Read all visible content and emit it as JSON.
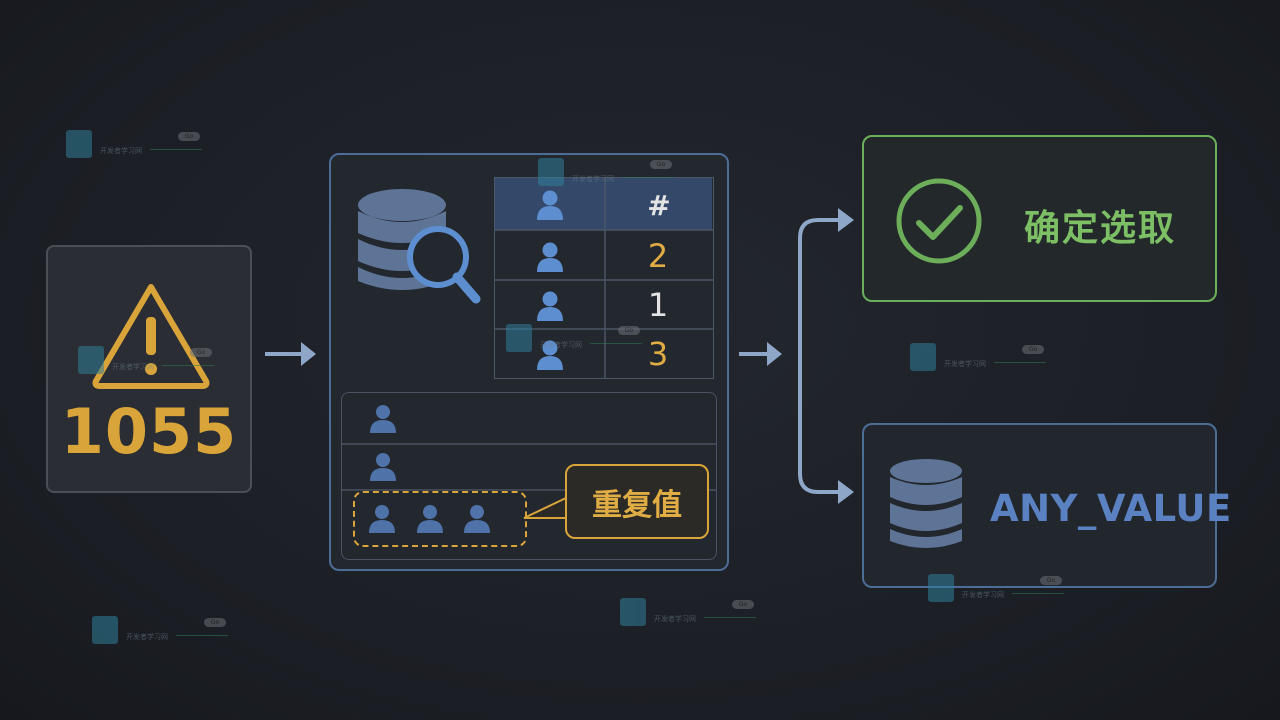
{
  "error": {
    "code": "1055",
    "icon": "warning-triangle-icon"
  },
  "query_panel": {
    "table": {
      "header_symbol": "#",
      "rows": [
        "2",
        "1",
        "3"
      ],
      "row_colors": [
        "#e0ac44",
        "#e4e4e4",
        "#e0ac44"
      ]
    },
    "duplicate_label": "重复值"
  },
  "outcomes": {
    "determined": {
      "label": "确定选取",
      "color": "#7cbf64"
    },
    "any_value": {
      "label": "ANY_VALUE",
      "color": "#5a82c2"
    }
  },
  "watermark": {
    "go": "Go",
    "text": "开发者学习网"
  },
  "colors": {
    "warning": "#d9a43a",
    "panel_blue": "#4d6c96",
    "success_green": "#6cae5a",
    "arrow": "#8ea6c8"
  }
}
